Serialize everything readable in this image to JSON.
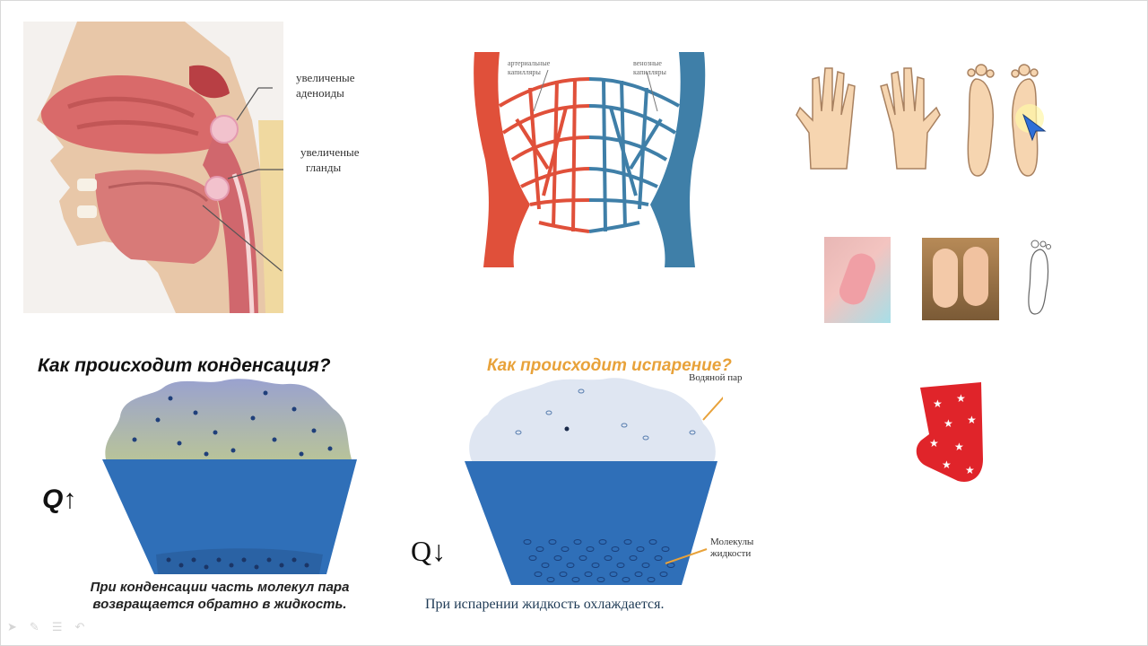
{
  "throat": {
    "label_adenoids": [
      "увеличеные",
      "аденоиды"
    ],
    "label_glands": [
      "увеличеные",
      "гланды"
    ]
  },
  "capillaries": {
    "label_arterial": [
      "артериальные",
      "капилляры"
    ],
    "label_venous": [
      "венозные",
      "капилляры"
    ]
  },
  "condensation": {
    "heading": "Как происходит конденсация?",
    "q_label": "Q↑",
    "caption": "При конденсации часть молекул пара возвращается обратно в жидкость."
  },
  "evaporation": {
    "heading": "Как происходит испарение?",
    "vapor_label": "Водяной пар",
    "liquid_label": [
      "Молекулы",
      "жидкости"
    ],
    "q_label": "Q↓",
    "caption": "При испарении жидкость охлаждается."
  },
  "colors": {
    "artery": "#e0503a",
    "vein": "#3f7fa8",
    "water": "#2f6fb8",
    "vapor": "#dfe6f2",
    "sock": "#e0242a",
    "skin": "#f6d5b0",
    "evap_heading": "#e8a23a"
  },
  "icons": [
    "cursor-icon",
    "pen-icon",
    "menu-icon",
    "undo-icon"
  ]
}
